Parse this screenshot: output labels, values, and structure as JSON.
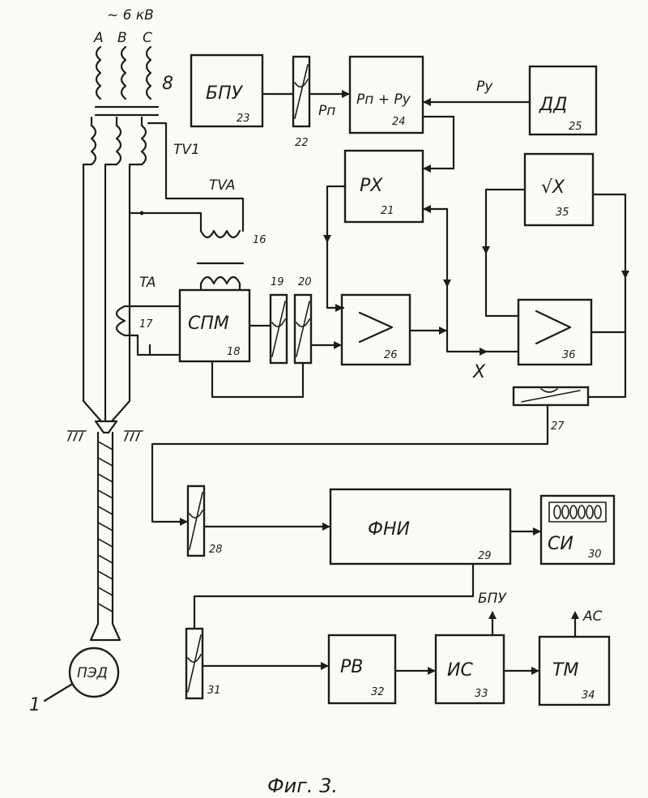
{
  "supply": {
    "voltage": "~ 6 кВ",
    "phase_a": "A",
    "phase_b": "B",
    "phase_c": "C",
    "transformer_ref": "8"
  },
  "transformers": {
    "tv1": "TV1",
    "tva": "TVA",
    "ta": "TA",
    "tva_ref": "16",
    "ta_ref": "17"
  },
  "blocks": {
    "bpu": {
      "label": "БПУ",
      "ref": "23"
    },
    "reg22": {
      "ref": "22"
    },
    "summer": {
      "label": "Рп + Ру",
      "ref": "24"
    },
    "dd": {
      "label": "ДД",
      "ref": "25"
    },
    "px": {
      "label": "РХ",
      "ref": "21"
    },
    "sqrt": {
      "label": "√X",
      "ref": "35"
    },
    "spm": {
      "label": "СПМ",
      "ref": "18"
    },
    "reg19": {
      "ref": "19"
    },
    "reg20": {
      "ref": "20"
    },
    "cmp26": {
      "label": ">",
      "ref": "26"
    },
    "cmp36": {
      "label": ">",
      "ref": "36"
    },
    "reg27": {
      "ref": "27"
    },
    "reg28": {
      "ref": "28"
    },
    "fni": {
      "label": "ФНИ",
      "ref": "29"
    },
    "si": {
      "label": "СИ",
      "ref": "30"
    },
    "reg31": {
      "ref": "31"
    },
    "pv": {
      "label": "РВ",
      "ref": "32"
    },
    "ic": {
      "label": "ИС",
      "ref": "33"
    },
    "tm": {
      "label": "ТМ",
      "ref": "34"
    },
    "motor": {
      "label": "ПЭД",
      "ref": "1"
    }
  },
  "signals": {
    "pn": "Рп",
    "py": "Ру",
    "x": "X",
    "bpu_out": "БПУ",
    "ac_out": "АС"
  },
  "caption": "Фиг. 3."
}
